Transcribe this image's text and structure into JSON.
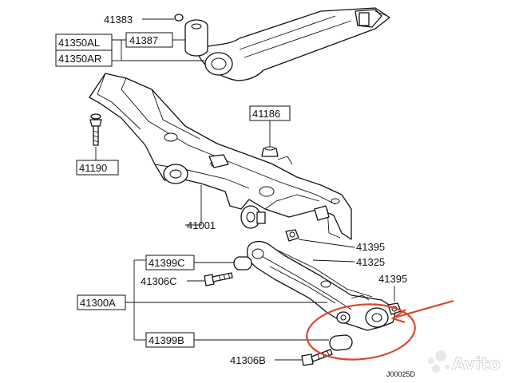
{
  "parts": {
    "p41383": "41383",
    "p41350al": "41350AL",
    "p41350ar": "41350AR",
    "p41387": "41387",
    "p41186": "41186",
    "p41190": "41190",
    "p41001": "41001",
    "p41395_top": "41395",
    "p41325": "41325",
    "p41399c": "41399C",
    "p41306c": "41306C",
    "p41395_mid": "41395",
    "p41300a": "41300A",
    "p41399b": "41399B",
    "p41306b": "41306B"
  },
  "drawing_code": "J00025D",
  "watermark": {
    "text": "Avito"
  },
  "colors": {
    "highlight": "#d9472b",
    "line": "#111111"
  }
}
